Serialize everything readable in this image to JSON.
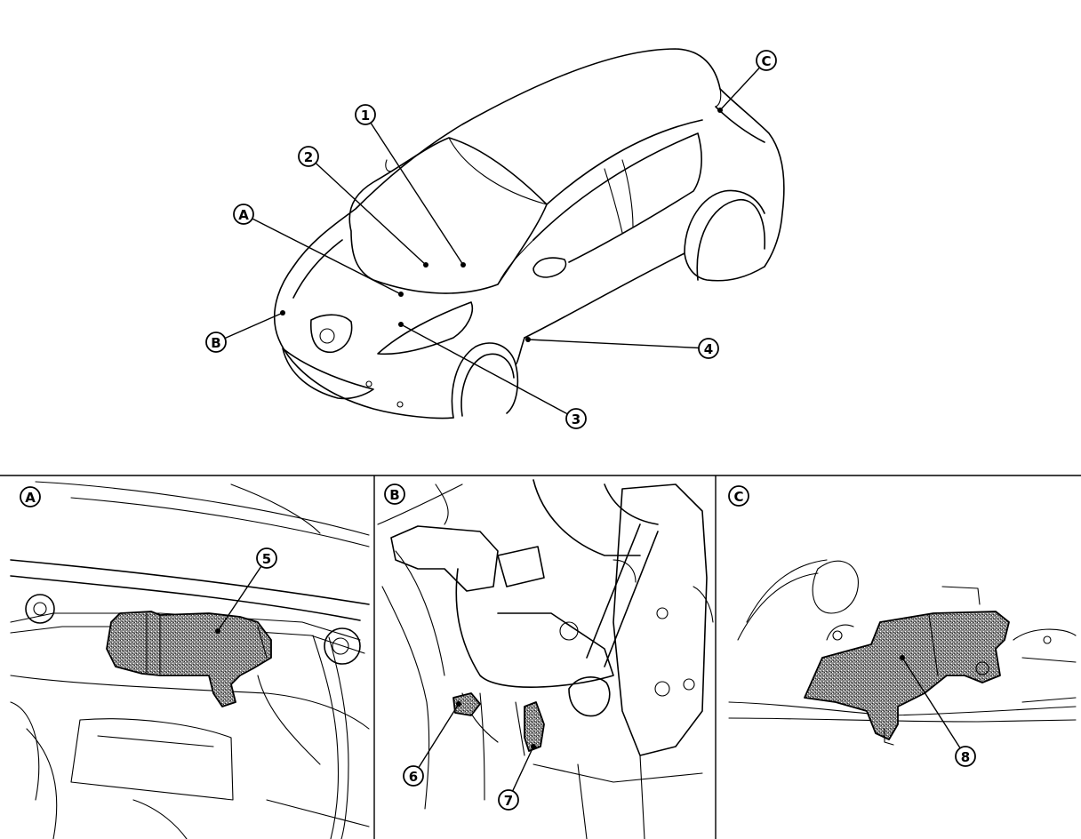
{
  "callouts": {
    "c1": "1",
    "c2": "2",
    "c3": "3",
    "c4": "4",
    "c5": "5",
    "c6": "6",
    "c7": "7",
    "c8": "8",
    "cA": "A",
    "cB": "B",
    "cC": "C"
  },
  "panels": {
    "a": {
      "label": "A"
    },
    "b": {
      "label": "B"
    },
    "c": {
      "label": "C"
    }
  }
}
